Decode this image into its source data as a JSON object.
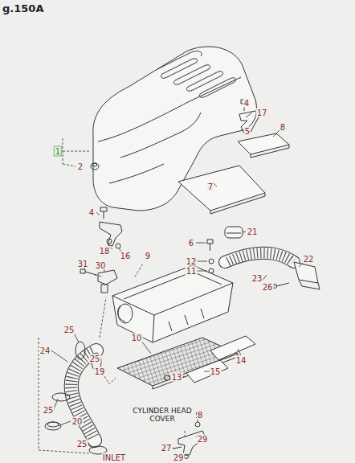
{
  "diagram": {
    "title": "g.150A",
    "labels": [
      "1",
      "2",
      "4",
      "17",
      "5",
      "8",
      "7",
      "4",
      "18",
      "16",
      "6",
      "21",
      "9",
      "12",
      "11",
      "31",
      "30",
      "22",
      "23",
      "26",
      "25",
      "24",
      "10",
      "25",
      "19",
      "13",
      "15",
      "14",
      "25",
      "20",
      "25",
      "28",
      "27",
      "29",
      "29",
      "CYLINDER HEAD COVER",
      "INLET"
    ]
  }
}
